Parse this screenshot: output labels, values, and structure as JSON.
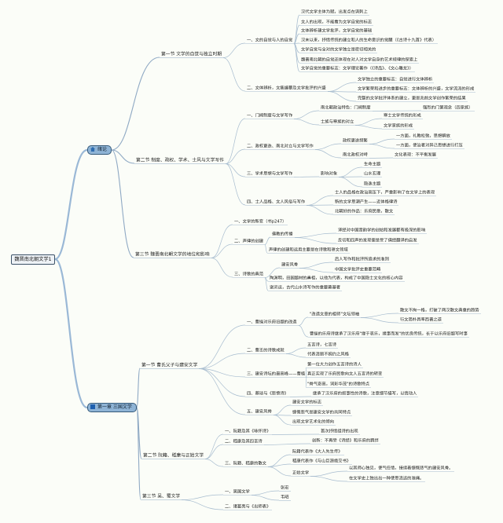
{
  "root": "魏晋南北朝文学1",
  "branches": [
    {
      "id": "b1",
      "label": "绪论",
      "icon": "house-icon",
      "children": [
        {
          "label": "第一节 文学的自觉与独立时期",
          "children": [
            {
              "label": "一、文的自觉与人的自觉",
              "children": [
                {
                  "label": "汉代文学主体为赋，出发点在讽刺上"
                },
                {
                  "label": "文人的出现，不能看为文学自觉的标志"
                },
                {
                  "label": "文体辨析建文学批评，文学自觉的基础"
                },
                {
                  "label": "汉末以来，抒情传统的建立和人的生命意识的觉醒（《古诗十九首》代表）"
                },
                {
                  "label": "文学自觉与全对的文学独立是密切相关的"
                },
                {
                  "label": "魏晋南北朝的自觉还体现在对人对文学自身的艺术规律的探索上"
                },
                {
                  "label": "文学自觉的重要标志：文学理论著作（《诗品》、《文心雕龙》）"
                }
              ]
            },
            {
              "label": "二、文体辨析，文集编纂及文学批评的兴盛",
              "children": [
                {
                  "label": "文学独立的重要标志：自觉进行文体辨析"
                },
                {
                  "label": "文学繁荣和进步的重要标志：文体辨析的兴盛，文学流派的形成"
                },
                {
                  "label": "完整的文学批评体系的建立，更是兆前文学创作繁荣的结果"
                }
              ]
            }
          ]
        },
        {
          "label": "第二节 制度、政权、学术、士风与文学写作",
          "children": [
            {
              "label": "一、门阀制度与文学写作",
              "children": [
                {
                  "label": "南北朝政治特色：门阀制度",
                  "children": [
                    {
                      "label": "强烈的门第观念（四家族）"
                    }
                  ]
                },
                {
                  "label": "士族与寒族的对立",
                  "children": [
                    {
                      "label": "寒士文学传统的形成"
                    },
                    {
                      "label": "文学家族的形成"
                    }
                  ]
                }
              ]
            },
            {
              "label": "二、政权更迭、南北对立与文学写作",
              "children": [
                {
                  "label": "政权更迭频繁",
                  "children": [
                    {
                      "label": "一方面，礼教松弛，思想解放"
                    },
                    {
                      "label": "一方面，使治者对异己思想进行打压"
                    }
                  ]
                },
                {
                  "label": "南北政权对峙",
                  "children": [
                    {
                      "label": "文化表现：不平衡发展"
                    }
                  ]
                }
              ]
            },
            {
              "label": "三、学术思想与文学写作",
              "children": [
                {
                  "label": "影响对象",
                  "children": [
                    {
                      "label": "生命主题"
                    },
                    {
                      "label": "山水玄理"
                    },
                    {
                      "label": "隐逸主题"
                    }
                  ]
                }
              ]
            },
            {
              "label": "四、士人品格、文人风俗与写作",
              "children": [
                {
                  "label": "士人的品格在政治高压下，严重影响了在文学上的表现"
                },
                {
                  "label": "新的文学思潮产生——近体格律诗"
                },
                {
                  "label": "北朝好的作品：乐府民歌，散文"
                }
              ]
            }
          ]
        },
        {
          "label": "第三节 魏晋南北朝文学的地位和影响",
          "children": [
            {
              "label": "一、文学的新变（书p247）"
            },
            {
              "label": "二、声律的创建",
              "children": [
                {
                  "label": "佛教的传播",
                  "children": [
                    {
                      "label": "译经对中国音韵学的创始和发展都有极深的影响"
                    },
                    {
                      "label": "反切和四声的发现便是受了佛经翻译的启发"
                    }
                  ]
                },
                {
                  "label": "声律的创建和运用主要是在诗歌和骈文领域"
                }
              ]
            },
            {
              "label": "三、诗歌的典范",
              "children": [
                {
                  "label": "建安风骨",
                  "children": [
                    {
                      "label": "后人写作和批评所追求的准则"
                    },
                    {
                      "label": "中国文学批评史重要范畴"
                    }
                  ]
                },
                {
                  "label": "陶渊明，田园题材的鼻祖，以他为代表，构成了中国隐士文化的核心内容"
                },
                {
                  "label": "谢灵运，古代山水诗写作的重要奠基者"
                }
              ]
            }
          ]
        }
      ]
    },
    {
      "id": "b2",
      "label": "第一章 三国文学",
      "icon": "square-icon",
      "children": [
        {
          "label": "第一节 曹氏父子与建安文学",
          "children": [
            {
              "label": "一、曹操对乐府旧题的改造",
              "children": [
                {
                  "label": "\"改造文章的祖师\"文坛领袖",
                  "children": [
                    {
                      "label": "散文不拘一格，打破了两汉散文典重的趋势"
                    },
                    {
                      "label": "行文简朴具率西晋之道"
                    }
                  ]
                },
                {
                  "label": "曹操的乐府诗继承了汉乐府\"缘于哀乐，缘事而发\"的优良传统，长于以乐府旧题写时事"
                }
              ]
            },
            {
              "label": "二、曹丕的诗歌成就",
              "children": [
                {
                  "label": "五言诗，七言诗"
                },
                {
                  "label": "代表清丽不婉约之风格"
                }
              ]
            },
            {
              "label": "三、建安诗坛的最高峰——曹植",
              "children": [
                {
                  "label": "第一位大力创作五言诗的诗人"
                },
                {
                  "label": "真正实现了乐府民歌向文人五言诗的转变"
                },
                {
                  "label": "\"骨气奇高，词彩华茂\"的诗歌特点"
                }
              ]
            },
            {
              "label": "四、蔡琰与《悲愤诗》",
              "children": [
                {
                  "label": "继承了汉乐府的叙事性的诗歌，注意细节描写，以情动人"
                }
              ]
            },
            {
              "label": "五、建安风骨",
              "children": [
                {
                  "label": "建安文学的标志"
                },
                {
                  "label": "慷慨悲气是建安文学的共同特点"
                },
                {
                  "label": "出现文学艺术化的倾向"
                }
              ]
            }
          ]
        },
        {
          "label": "第二节 阮籍、嵇康与正始文学",
          "children": [
            {
              "label": "一、阮籍及其《咏怀诗》",
              "children": [
                {
                  "label": "首次抒情组诗的出现"
                }
              ]
            },
            {
              "label": "二、嵇康及其四言诗",
              "children": [
                {
                  "label": "创新：不再受《诗经》和乐府的羁绊"
                }
              ]
            },
            {
              "label": "三、阮籍、嵇康的散文",
              "children": [
                {
                  "label": "阮籍代表作《大人先生传》"
                },
                {
                  "label": "嵇康代表作《与山巨源绝交书》"
                },
                {
                  "label": "正始文学",
                  "children": [
                    {
                      "label": "以其师心独见，使气任情，接续着慷慨悲气的建安风骨。"
                    },
                    {
                      "label": "在文学史上独出出一种使思清远的准绳。"
                    }
                  ]
                }
              ]
            }
          ]
        },
        {
          "label": "第三节 吴、蜀文学",
          "children": [
            {
              "label": "一、吴国文学",
              "children": [
                {
                  "label": "张宏"
                },
                {
                  "label": "韦昭"
                }
              ]
            },
            {
              "label": "二、诸葛亮与《出师表》"
            }
          ]
        }
      ]
    }
  ]
}
